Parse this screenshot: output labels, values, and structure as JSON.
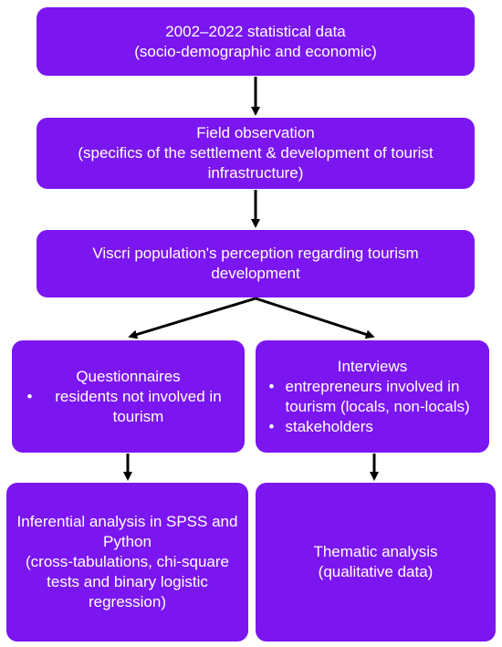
{
  "colors": {
    "box_fill": "#7b16f0",
    "box_text": "#ffffff",
    "arrow": "#000000",
    "background": "#ffffff"
  },
  "boxes": {
    "statistical_data": {
      "line1": "2002–2022 statistical data",
      "line2": "(socio-demographic and economic)"
    },
    "field_observation": {
      "line1": "Field observation",
      "line2": "(specifics of the settlement & development of tourist",
      "line3": "infrastructure)"
    },
    "perception": {
      "line1": "Viscri population's perception regarding tourism",
      "line2": "development"
    },
    "questionnaires": {
      "title": "Questionnaires",
      "bullet_symbol": "•",
      "items": [
        "residents not involved in tourism"
      ]
    },
    "interviews": {
      "title": "Interviews",
      "bullet_symbol": "•",
      "items": [
        "entrepreneurs involved in tourism (locals, non-locals)",
        "stakeholders"
      ]
    },
    "inferential_analysis": {
      "line1": "Inferential analysis in SPSS and",
      "line2": "Python",
      "line3": "(cross-tabulations, chi-square",
      "line4": "tests and binary logistic",
      "line5": "regression)"
    },
    "thematic_analysis": {
      "line1": "Thematic analysis",
      "line2": "(qualitative data)"
    }
  }
}
